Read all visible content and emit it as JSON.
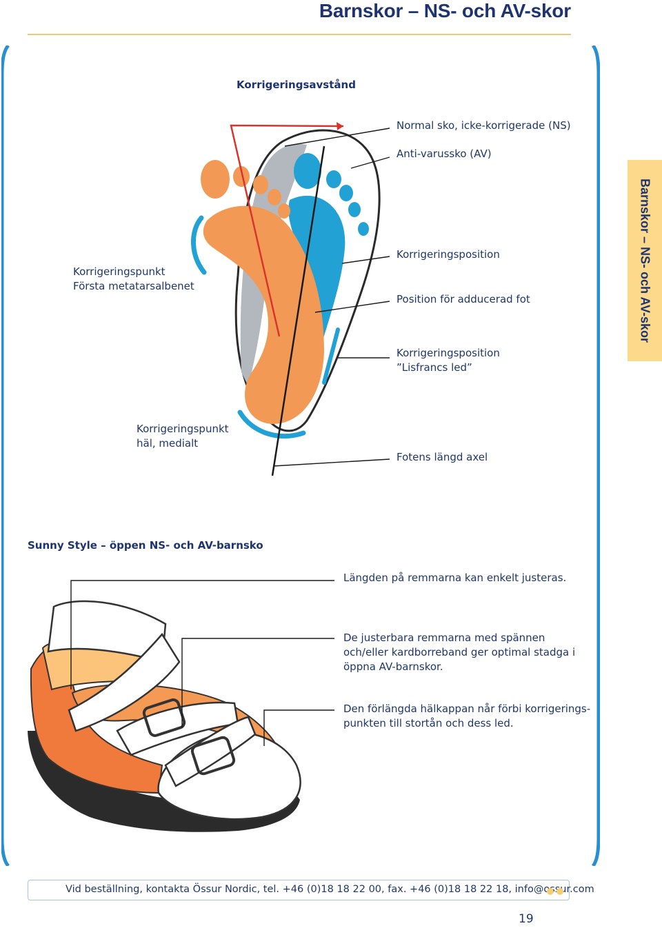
{
  "header": {
    "title": "Barnskor – NS- och AV-skor"
  },
  "side_tab": {
    "label": "Barnskor – NS- och AV-skor"
  },
  "foot_diagram": {
    "heading": "Korrigeringsavstånd",
    "labels": {
      "normal_shoe": "Normal sko, icke-korrigerade (NS)",
      "anti_varus": "Anti-varussko (AV)",
      "correction_position": "Korrigeringsposition",
      "adducted_foot": "Position för adducerad fot",
      "lisfranc_line1": "Korrigeringsposition",
      "lisfranc_line2": "”Lisfrancs led”",
      "metatarsal_line1": "Korrigeringspunkt",
      "metatarsal_line2": "Första metatarsalbenet",
      "heel_line1": "Korrigeringspunkt",
      "heel_line2": "häl, medialt",
      "long_axis": "Fotens längd axel"
    }
  },
  "sandal_section": {
    "heading": "Sunny Style – öppen NS- och AV-barnsko",
    "callouts": {
      "straps_line1": "Längden på remmarna kan enkelt justeras.",
      "buckles_line1": "De justerbara remmarna med spännen",
      "buckles_line2": "och/eller kardborreband ger optimal stadga i",
      "buckles_line3": "öppna AV-barnskor.",
      "heel_line1": "Den förlängda hälkappan når förbi korrigerings-",
      "heel_line2": "punkten till stortån och dess led."
    }
  },
  "footer": {
    "contact": "Vid beställning, kontakta Össur Nordic, tel. +46 (0)18 18 22 00, fax. +46 (0)18 18 22 18, info@ossur.com",
    "page_number": "19"
  },
  "colors": {
    "title_navy": "#1e3470",
    "frame_blue": "#2a8fd0",
    "tab_yellow": "#fdd98b",
    "foot_orange": "#f29a55",
    "foot_blue": "#22a2d4",
    "shoe_grey": "#b3b7be",
    "axis_red": "#d9342b",
    "sandal_orange": "#ef7a3b",
    "sandal_sole": "#2b2b2b"
  }
}
